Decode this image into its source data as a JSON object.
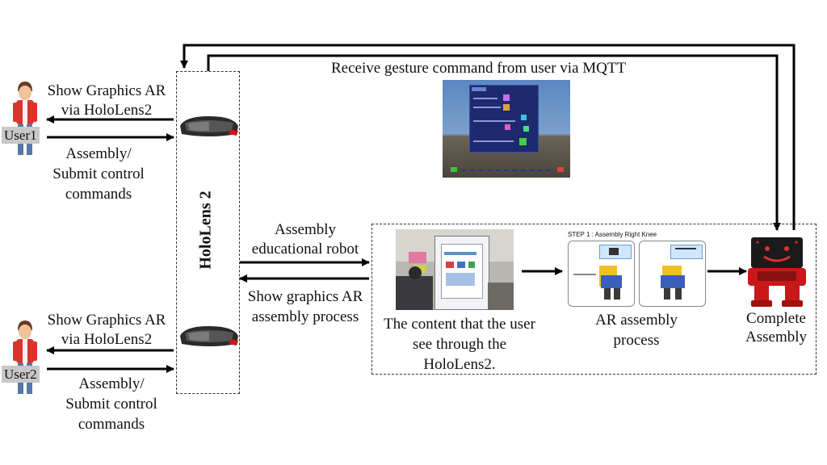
{
  "mqtt_caption": "Receive gesture command from user via MQTT",
  "hololens_label": "HoloLens 2",
  "user1": {
    "name": "User1",
    "show_graphics": [
      "Show Graphics AR",
      "via HoloLens2"
    ],
    "submit": [
      "Assembly/",
      "Submit control",
      "commands"
    ]
  },
  "user2": {
    "name": "User2",
    "show_graphics": [
      "Show Graphics AR",
      "via HoloLens2"
    ],
    "submit": [
      "Assembly/",
      "Submit control",
      "commands"
    ]
  },
  "assembly_robot": [
    "Assembly",
    "educational robot"
  ],
  "show_graphics_assembly": [
    "Show graphics AR",
    "assembly process"
  ],
  "content_caption": [
    "The content that the user",
    "see through the",
    "HoloLens2."
  ],
  "ar_process": {
    "step_title": "STEP 1 : Assembly Right Knee",
    "caption": [
      "AR assembly",
      "process"
    ]
  },
  "complete_caption": [
    "Complete",
    "Assembly"
  ]
}
